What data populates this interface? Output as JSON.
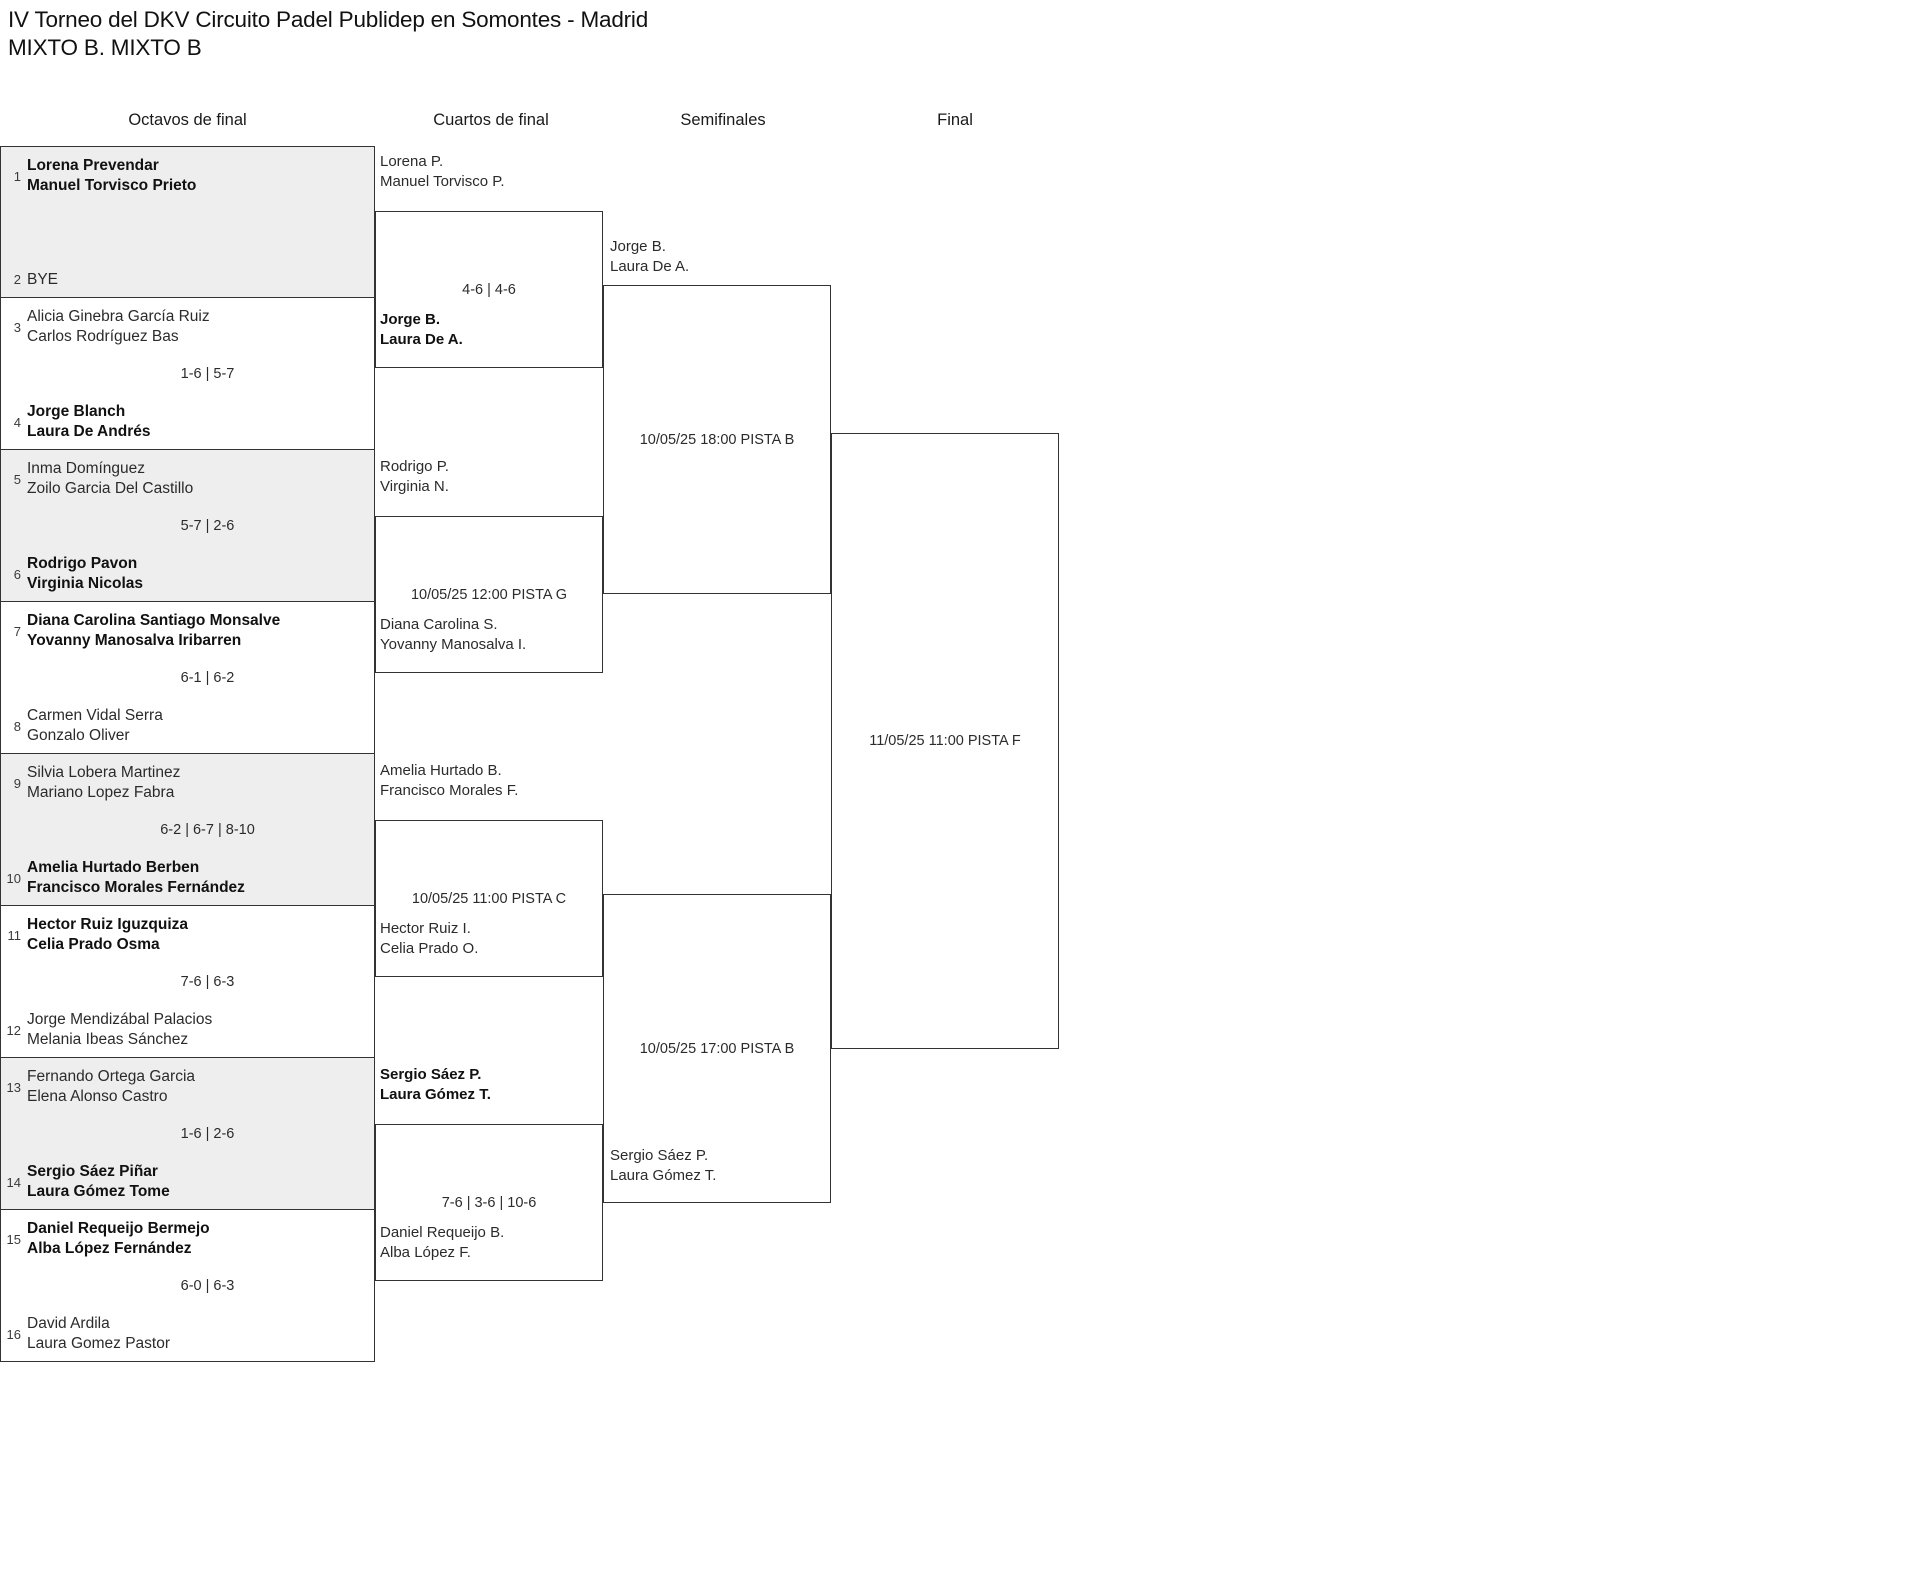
{
  "title": {
    "line1": "IV Torneo del DKV Circuito Padel Publidep en Somontes - Madrid",
    "line2": "MIXTO B. MIXTO B"
  },
  "rounds": [
    {
      "name": "round-of-16",
      "label": "Octavos de final"
    },
    {
      "name": "quarterfinals",
      "label": "Cuartos de final"
    },
    {
      "name": "semifinals",
      "label": "Semifinales"
    },
    {
      "name": "final",
      "label": "Final"
    }
  ],
  "round1": {
    "matches": [
      {
        "shaded": true,
        "top": {
          "seed": "1",
          "line1": "Lorena Prevendar",
          "line2": "Manuel Torvisco Prieto",
          "winner": true
        },
        "bottom": {
          "seed": "2",
          "bye": "BYE",
          "winner": false
        },
        "score": ""
      },
      {
        "shaded": false,
        "top": {
          "seed": "3",
          "line1": "Alicia Ginebra García Ruiz",
          "line2": "Carlos Rodríguez Bas",
          "winner": false
        },
        "bottom": {
          "seed": "4",
          "line1": "Jorge Blanch",
          "line2": "Laura De Andrés",
          "winner": true
        },
        "score": "1-6 | 5-7"
      },
      {
        "shaded": true,
        "top": {
          "seed": "5",
          "line1": "Inma Domínguez",
          "line2": "Zoilo Garcia Del Castillo",
          "winner": false
        },
        "bottom": {
          "seed": "6",
          "line1": "Rodrigo Pavon",
          "line2": "Virginia Nicolas",
          "winner": true
        },
        "score": "5-7 | 2-6"
      },
      {
        "shaded": false,
        "top": {
          "seed": "7",
          "line1": "Diana Carolina Santiago Monsalve",
          "line2": "Yovanny Manosalva Iribarren",
          "winner": true
        },
        "bottom": {
          "seed": "8",
          "line1": "Carmen Vidal Serra",
          "line2": "Gonzalo Oliver",
          "winner": false
        },
        "score": "6-1 | 6-2"
      },
      {
        "shaded": true,
        "top": {
          "seed": "9",
          "line1": "Silvia Lobera Martinez",
          "line2": "Mariano Lopez Fabra",
          "winner": false
        },
        "bottom": {
          "seed": "10",
          "line1": "Amelia Hurtado Berben",
          "line2": "Francisco Morales Fernández",
          "winner": true
        },
        "score": "6-2 | 6-7 | 8-10"
      },
      {
        "shaded": false,
        "top": {
          "seed": "11",
          "line1": "Hector Ruiz Iguzquiza",
          "line2": "Celia Prado Osma",
          "winner": true
        },
        "bottom": {
          "seed": "12",
          "line1": "Jorge Mendizábal Palacios",
          "line2": "Melania Ibeas Sánchez",
          "winner": false
        },
        "score": "7-6 | 6-3"
      },
      {
        "shaded": true,
        "top": {
          "seed": "13",
          "line1": "Fernando Ortega Garcia",
          "line2": "Elena Alonso Castro",
          "winner": false
        },
        "bottom": {
          "seed": "14",
          "line1": "Sergio Sáez Piñar",
          "line2": "Laura Gómez Tome",
          "winner": true
        },
        "score": "1-6 | 2-6"
      },
      {
        "shaded": false,
        "top": {
          "seed": "15",
          "line1": "Daniel Requeijo Bermejo",
          "line2": "Alba López Fernández",
          "winner": true
        },
        "bottom": {
          "seed": "16",
          "line1": "David Ardila",
          "line2": "Laura Gomez Pastor",
          "winner": false
        },
        "score": "6-0 | 6-3"
      }
    ]
  },
  "quarterfinals": {
    "matches": [
      {
        "top": {
          "line1": "Lorena P.",
          "line2": "Manuel Torvisco P.",
          "winner": false
        },
        "bottom": {
          "line1": "Jorge B.",
          "line2": "Laura De A.",
          "winner": true
        },
        "info": "4-6 | 4-6"
      },
      {
        "top": {
          "line1": "Rodrigo P.",
          "line2": "Virginia N.",
          "winner": false
        },
        "bottom": {
          "line1": "Diana Carolina S.",
          "line2": "Yovanny Manosalva I.",
          "winner": false
        },
        "info": "10/05/25 12:00 PISTA G"
      },
      {
        "top": {
          "line1": "Amelia Hurtado B.",
          "line2": "Francisco Morales F.",
          "winner": false
        },
        "bottom": {
          "line1": "Hector Ruiz I.",
          "line2": "Celia Prado O.",
          "winner": false
        },
        "info": "10/05/25 11:00 PISTA C"
      },
      {
        "top": {
          "line1": "Sergio Sáez P.",
          "line2": "Laura Gómez T.",
          "winner": true
        },
        "bottom": {
          "line1": "Daniel Requeijo B.",
          "line2": "Alba López F.",
          "winner": false
        },
        "info": "7-6 | 3-6 | 10-6"
      }
    ]
  },
  "semifinals": {
    "matches": [
      {
        "top": {
          "line1": "Jorge B.",
          "line2": "Laura De A.",
          "winner": false
        },
        "bottom": {
          "line1": "",
          "line2": "",
          "winner": false
        },
        "info": "10/05/25 18:00 PISTA B"
      },
      {
        "top": {
          "line1": "",
          "line2": "",
          "winner": false
        },
        "bottom": {
          "line1": "Sergio Sáez P.",
          "line2": "Laura Gómez T.",
          "winner": false
        },
        "info": "10/05/25 17:00 PISTA B"
      }
    ]
  },
  "final": {
    "matches": [
      {
        "top": {
          "line1": "",
          "line2": "",
          "winner": false
        },
        "bottom": {
          "line1": "",
          "line2": "",
          "winner": false
        },
        "info": "11/05/25 11:00 PISTA F"
      }
    ]
  }
}
